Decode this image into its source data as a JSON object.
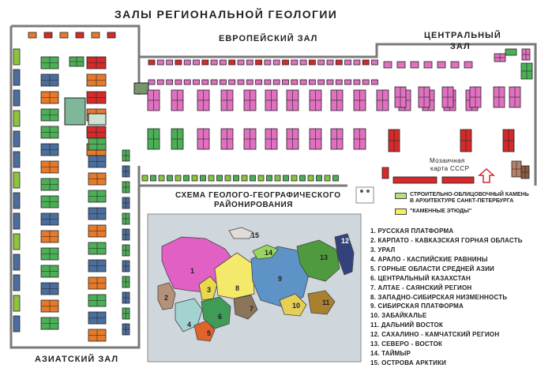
{
  "title": "ЗАЛЫ РЕГИОНАЛЬНОЙ ГЕОЛОГИИ",
  "halls": {
    "european": "ЕВРОПЕЙСКИЙ ЗАЛ",
    "central_line1": "ЦЕНТРАЛЬНЫЙ",
    "central_line2": "ЗАЛ",
    "asian": "АЗИАТСКИЙ ЗАЛ"
  },
  "mosaic": {
    "line1": "Мозаичная",
    "line2": "карта СССР"
  },
  "scheme_title": {
    "line1": "СХЕМА  ГЕОЛОГО-ГЕОГРАФИЧЕСКОГО",
    "line2": "РАЙОНИРОВАНИЯ"
  },
  "legend": [
    {
      "color": "#b9de7a",
      "line1": "СТРОИТЕЛЬНО-ОБЛИЦОВОЧНЫЙ КАМЕНЬ",
      "line2": "В АРХИТЕКТУРЕ САНКТ-ПЕТЕРБУРГА"
    },
    {
      "color": "#f6ef5a",
      "line1": "\"КАМЕННЫЕ ЭТЮДЫ\"",
      "line2": ""
    }
  ],
  "regions": [
    {
      "num": "1",
      "name": "1. РУССКАЯ ПЛАТФОРМА",
      "color": "#e060c4"
    },
    {
      "num": "2",
      "name": "2. КАРПАТО - КАВКАЗСКАЯ ГОРНАЯ ОБЛАСТЬ",
      "color": "#b6917a"
    },
    {
      "num": "3",
      "name": "3. УРАЛ",
      "color": "#e7d84e"
    },
    {
      "num": "4",
      "name": "4. АРАЛО - КАСПИЙСКИЕ РАВНИНЫ",
      "color": "#a3d3d0"
    },
    {
      "num": "5",
      "name": "5. ГОРНЫЕ ОБЛАСТИ СРЕДНЕЙ АЗИИ",
      "color": "#e0632d"
    },
    {
      "num": "6",
      "name": "6. ЦЕНТРАЛЬНЫЙ КАЗАХСТАН",
      "color": "#3f9b56"
    },
    {
      "num": "7",
      "name": "7. АЛТАЕ - САЯНСКИЙ РЕГИОН",
      "color": "#8a7559"
    },
    {
      "num": "8",
      "name": "8. ЗАПАДНО-СИБИРСКАЯ НИЗМЕННОСТЬ",
      "color": "#f5e96b"
    },
    {
      "num": "9",
      "name": "9. СИБИРСКАЯ ПЛАТФОРМА",
      "color": "#5e93c8"
    },
    {
      "num": "10",
      "name": "10. ЗАБАЙКАЛЬЕ",
      "color": "#e7cf55"
    },
    {
      "num": "11",
      "name": "11. ДАЛЬНИЙ ВОСТОК",
      "color": "#a9812e"
    },
    {
      "num": "12",
      "name": "12. САХАЛИНО - КАМЧАТСКИЙ РЕГИОН",
      "color": "#34427b"
    },
    {
      "num": "13",
      "name": "13. СЕВЕРО - ВОСТОК",
      "color": "#4f9a3f"
    },
    {
      "num": "14",
      "name": "14. ТАЙМЫР",
      "color": "#97d75d"
    },
    {
      "num": "15",
      "name": "15. ОСТРОВА АРКТИКИ",
      "color": "#e2dcd8"
    }
  ],
  "colors": {
    "wall": "#7a7a7a",
    "asian_cabinet": "#4c6e9c",
    "european_cabinet": "#e070c0",
    "green_cabinet": "#4caf57",
    "orange_cabinet": "#e67a2a",
    "red_cabinet": "#d42a2a",
    "olive_cabinet": "#8cc43d",
    "map_background": "#cfd6dc"
  }
}
